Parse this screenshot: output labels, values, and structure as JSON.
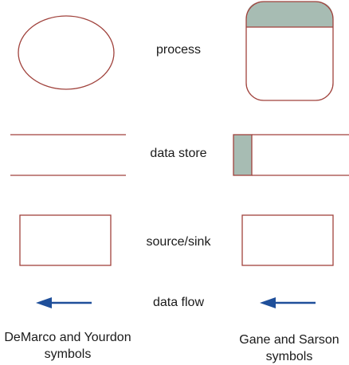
{
  "rows": [
    {
      "key": "process",
      "label": "process"
    },
    {
      "key": "data-store",
      "label": "data store"
    },
    {
      "key": "source-sink",
      "label": "source/sink"
    },
    {
      "key": "data-flow",
      "label": "data flow"
    }
  ],
  "columns": {
    "left": {
      "line1": "DeMarco and Yourdon",
      "line2": "symbols"
    },
    "right": {
      "line1": "Gane and Sarson",
      "line2": "symbols"
    }
  },
  "colors": {
    "outline": "#a0423c",
    "fill_accent": "#a7bcb3",
    "arrow": "#1f4f9a",
    "text": "#1a1a1a"
  }
}
